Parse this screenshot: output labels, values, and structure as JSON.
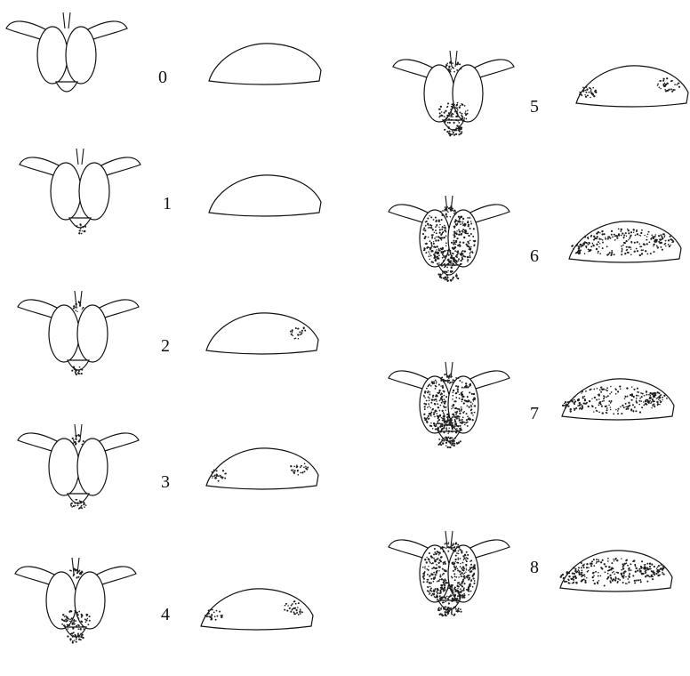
{
  "stages": [
    {
      "label": "0",
      "level": 0
    },
    {
      "label": "1",
      "level": 1
    },
    {
      "label": "2",
      "level": 2
    },
    {
      "label": "3",
      "level": 3
    },
    {
      "label": "4",
      "level": 4
    },
    {
      "label": "5",
      "level": 5
    },
    {
      "label": "6",
      "level": 6
    },
    {
      "label": "7",
      "level": 7
    },
    {
      "label": "8",
      "level": 8
    }
  ],
  "colors": {
    "ink": "#111111",
    "stipple": "#1e1e1e",
    "paper": "#ffffff"
  },
  "icons": {
    "dorsal": "insect-dorsal-icon",
    "lateral": "insect-lateral-icon"
  }
}
